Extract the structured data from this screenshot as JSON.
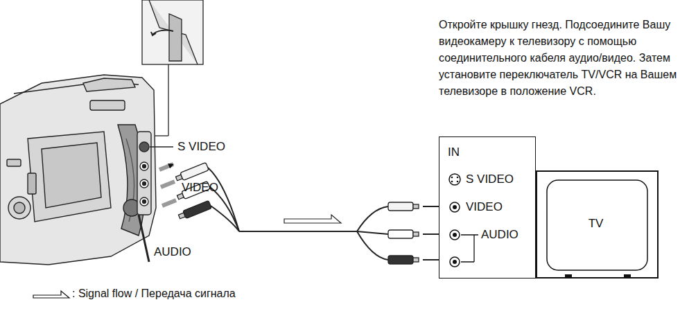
{
  "diagram": {
    "nodes": [
      {
        "text": [
          "IN",
          "S VIDEO",
          "VIDEO",
          "AUDIO"
        ]
      },
      {
        "text": [
          "TV"
        ]
      }
    ],
    "labels": [
      "Откройте крышку гнезд. Подсоедините Вашу видеокамеру к телевизору с помощью соединительного кабеля аудио/видео. Затем установите переключатель TV/VCR на Вашем телевизоре в положение VCR.",
      "S VIDEO",
      "VIDEO",
      "AUDIO"
    ],
    "legend": [
      {
        "text": ": Signal flow / Передача сигнала"
      }
    ]
  }
}
